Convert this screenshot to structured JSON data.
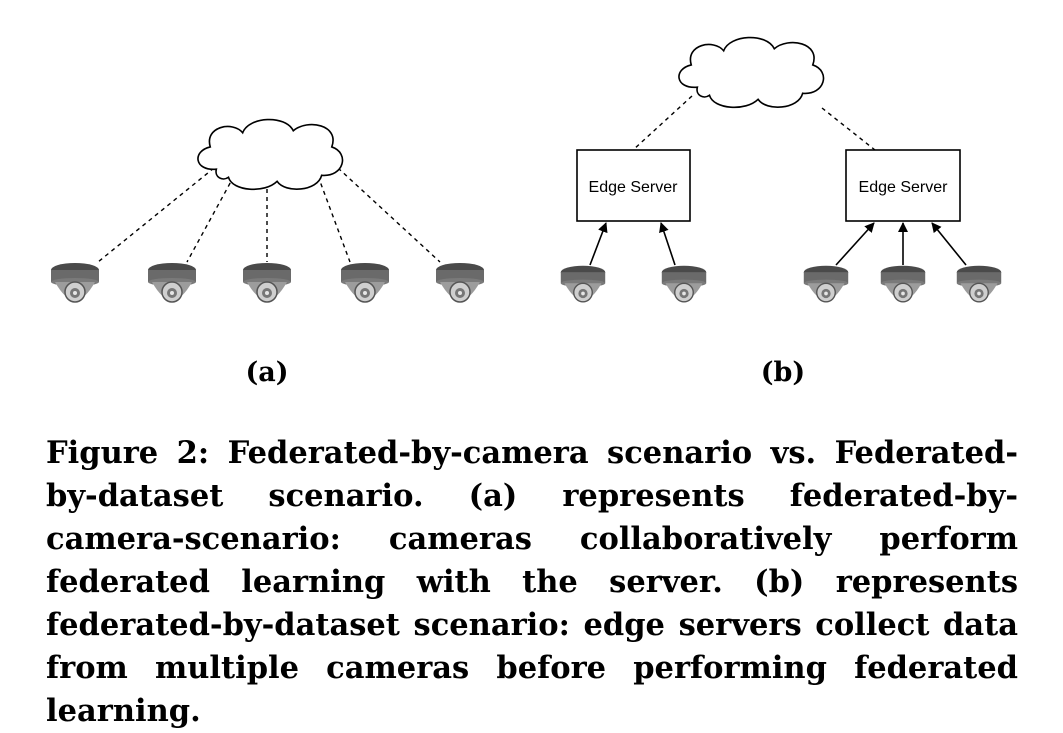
{
  "panel_a": {
    "label": "(a)"
  },
  "panel_b": {
    "label": "(b)",
    "edge_server_left": "Edge Server",
    "edge_server_right": "Edge Server"
  },
  "caption": "Figure 2: Federated-by-camera scenario vs. Federated-by-dataset scenario. (a) represents federated-by-camera-scenario: cameras collaboratively perform federated learning with the server. (b) represents federated-by-dataset scenario: edge servers collect data from multiple cameras before performing federated learning."
}
